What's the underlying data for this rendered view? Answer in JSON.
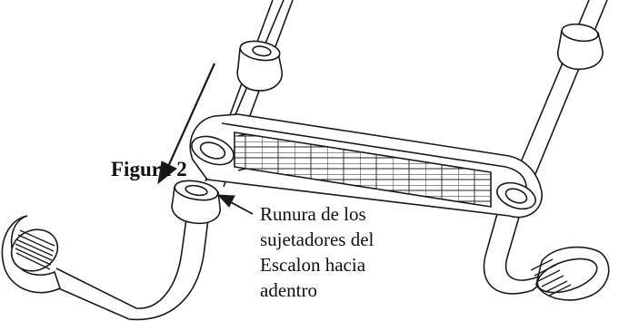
{
  "figure": {
    "label": "Figura 2",
    "callout_lines": [
      "Runura de los",
      "sujetadores del",
      "Escalon hacia",
      "adentro"
    ]
  },
  "colors": {
    "line": "#1a1a1a",
    "background": "#ffffff"
  }
}
